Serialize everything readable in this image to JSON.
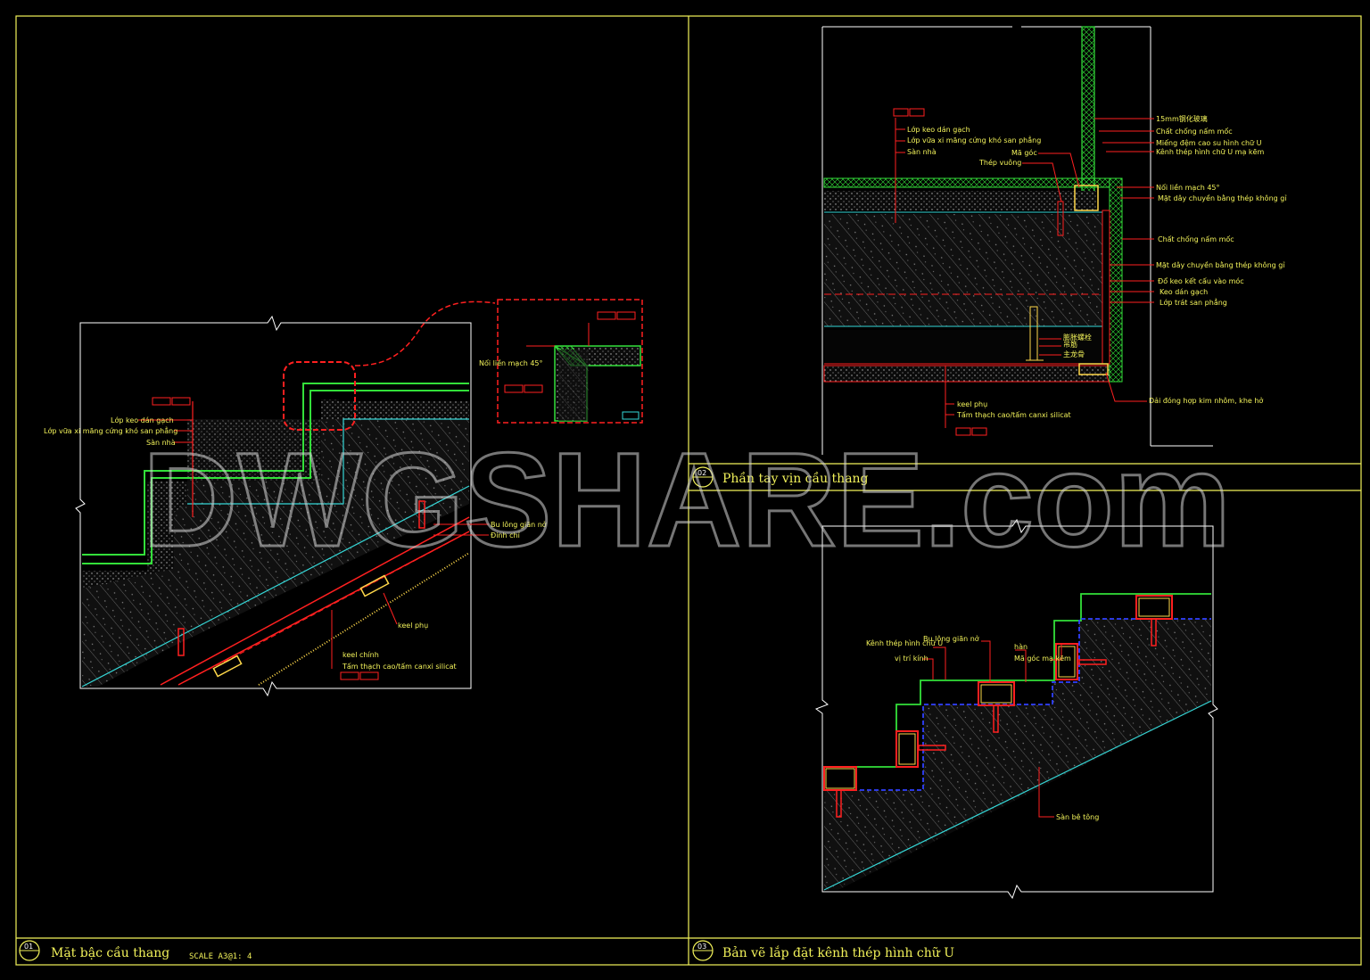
{
  "panels": {
    "p01": {
      "number": "01",
      "title": "Mặt bậc cầu thang",
      "scale": "SCALE A3@1: 4",
      "callout": "Nối liền mạch 45°",
      "labels": {
        "l1": "Lớp keo dán gạch",
        "l2": "Lớp vữa xi măng cứng khó san phẳng",
        "l3": "Sàn nhà",
        "l4": "Bu lông giãn nở",
        "l5": "Đinh chỉ",
        "l6": "keel phụ",
        "l7": "keel chính",
        "l8": "Tấm thạch cao/tấm canxi silicat"
      }
    },
    "p02": {
      "number": "02",
      "title": "Phần tay vịn cầu thang",
      "labels": {
        "l1": "Lớp keo dán gạch",
        "l2": "Lớp vữa xi măng cứng khó san phẳng",
        "l3": "Sàn nhà",
        "l4": "Mã góc",
        "l5": "Thép vuông",
        "r1": "15mm钢化玻璃",
        "r2": "Chất chống nấm mốc",
        "r3": "Miếng đệm cao su hình chữ U",
        "r4": "Kênh thép hình chữ U mạ kẽm",
        "r5": "Nối liền mạch 45°",
        "r6": "Mặt dây chuyền bằng thép không gỉ",
        "r7": "Chất chống nấm mốc",
        "r8": "Mặt dây chuyền bằng thép không gỉ",
        "r9": "Đổ keo kết cấu vào móc",
        "r10": "Keo dán gạch",
        "r11": "Lớp trát san phẳng",
        "m1": "膨胀螺栓",
        "m2": "吊筋",
        "m3": "主龙骨",
        "b1": "keel phụ",
        "b2": "Tấm thạch cao/tấm canxi silicat",
        "b3": "Dải đóng hợp kim nhôm, khe hở"
      }
    },
    "p03": {
      "number": "03",
      "title": "Bản vẽ lắp đặt kênh thép hình chữ U",
      "labels": {
        "l1": "Kênh thép hình chữ U",
        "l2": "Bu lông giãn nở",
        "l3": "vị trí kính",
        "l4": "hàn",
        "l5": "Mã góc mạ kẽm",
        "l6": "Sàn bê tông"
      }
    }
  },
  "watermark": "DWGSHARE.com",
  "colors": {
    "frame": "#f2f25a",
    "concrete": "#5a5a5a",
    "green": "#33e03a",
    "red": "#ff2020",
    "cyan": "#35d7d7",
    "blue": "#3040ff",
    "label": "#f2f25a"
  }
}
